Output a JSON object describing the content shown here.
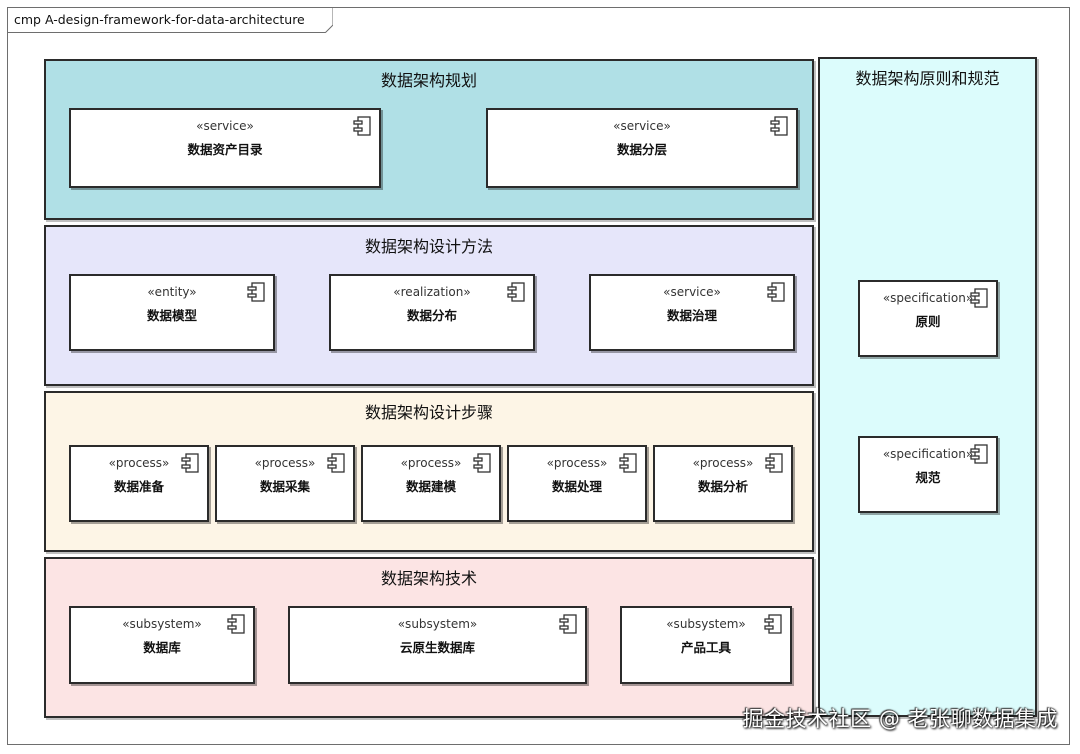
{
  "diagram": {
    "frame_label": "cmp A-design-framework-for-data-architecture",
    "packages": {
      "planning": {
        "title": "数据架构规划",
        "color": "#b0e0e6",
        "components": [
          {
            "stereotype": "«service»",
            "name": "数据资产目录"
          },
          {
            "stereotype": "«service»",
            "name": "数据分层"
          }
        ]
      },
      "methods": {
        "title": "数据架构设计方法",
        "color": "#e6e6fa",
        "components": [
          {
            "stereotype": "«entity»",
            "name": "数据模型"
          },
          {
            "stereotype": "«realization»",
            "name": "数据分布"
          },
          {
            "stereotype": "«service»",
            "name": "数据治理"
          }
        ]
      },
      "steps": {
        "title": "数据架构设计步骤",
        "color": "#fdf5e6",
        "components": [
          {
            "stereotype": "«process»",
            "name": "数据准备"
          },
          {
            "stereotype": "«process»",
            "name": "数据采集"
          },
          {
            "stereotype": "«process»",
            "name": "数据建模"
          },
          {
            "stereotype": "«process»",
            "name": "数据处理"
          },
          {
            "stereotype": "«process»",
            "name": "数据分析"
          }
        ]
      },
      "technology": {
        "title": "数据架构技术",
        "color": "#fce4e4",
        "components": [
          {
            "stereotype": "«subsystem»",
            "name": "数据库"
          },
          {
            "stereotype": "«subsystem»",
            "name": "云原生数据库"
          },
          {
            "stereotype": "«subsystem»",
            "name": "产品工具"
          }
        ]
      },
      "principles": {
        "title": "数据架构原则和规范",
        "color": "#dcfcfc",
        "components": [
          {
            "stereotype": "«specification»",
            "name": "原则"
          },
          {
            "stereotype": "«specification»",
            "name": "规范"
          }
        ]
      }
    },
    "component_icon": "uml-component-icon"
  },
  "watermark": "掘金技术社区 @ 老张聊数据集成"
}
